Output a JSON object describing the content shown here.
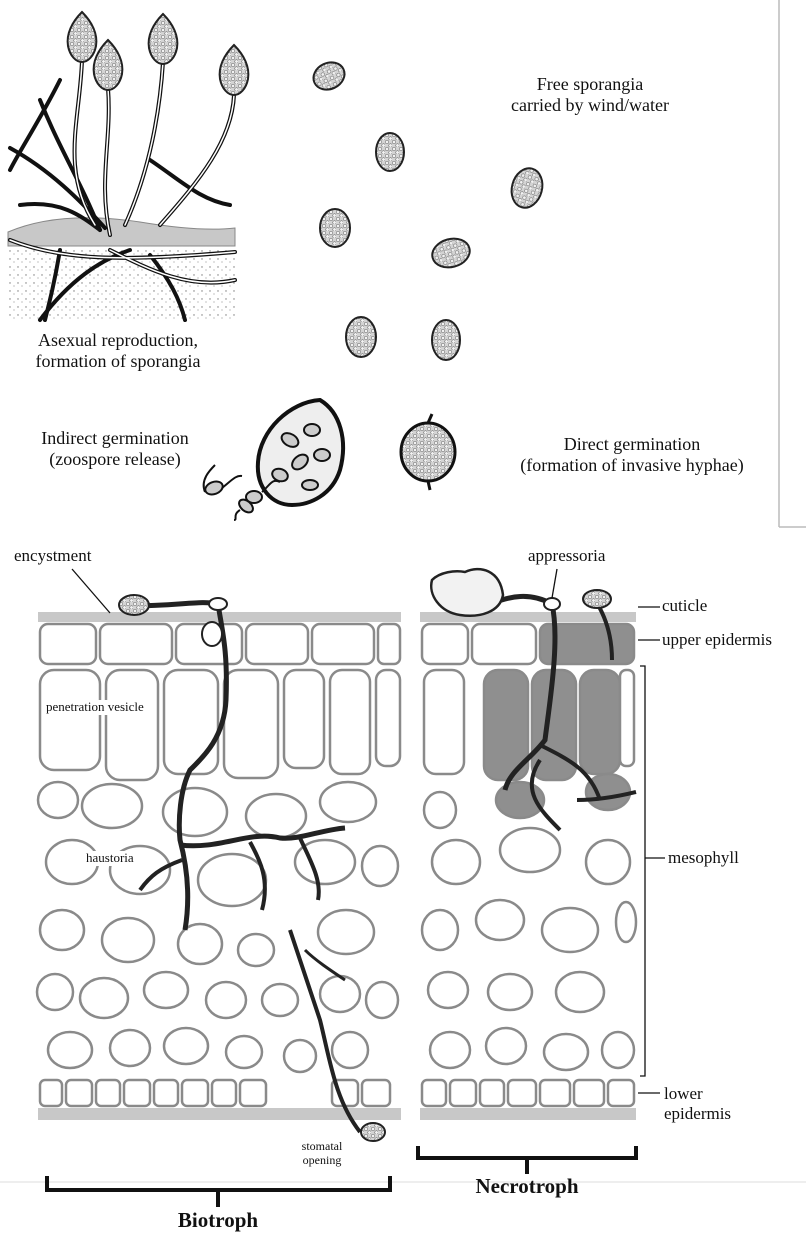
{
  "labels": {
    "free_sporangia": [
      "Free sporangia",
      "carried by wind/water"
    ],
    "asexual": [
      "Asexual reproduction,",
      "formation of sporangia"
    ],
    "indirect": [
      "Indirect germination",
      "(zoospore release)"
    ],
    "direct": [
      "Direct germination",
      "(formation of invasive hyphae)"
    ],
    "encystment": "encystment",
    "appressoria": "appressoria",
    "cuticle": "cuticle",
    "upper_epidermis": "upper epidermis",
    "mesophyll": "mesophyll",
    "lower_epidermis": [
      "lower",
      "epidermis"
    ],
    "penetration_vesicle": "penetration vesicle",
    "haustoria": "haustoria",
    "stomatal_opening": [
      "stomatal",
      "opening"
    ],
    "biotroph": "Biotroph",
    "necrotroph": "Necrotroph"
  },
  "colors": {
    "background": "#ffffff",
    "outline": "#111111",
    "cell_outline": "#8a8a8a",
    "cuticle": "#c8c8c8",
    "infected_cell": "#8f8f8f",
    "hypha": "#222222",
    "sporangium_fill": "#d9d9d9"
  }
}
